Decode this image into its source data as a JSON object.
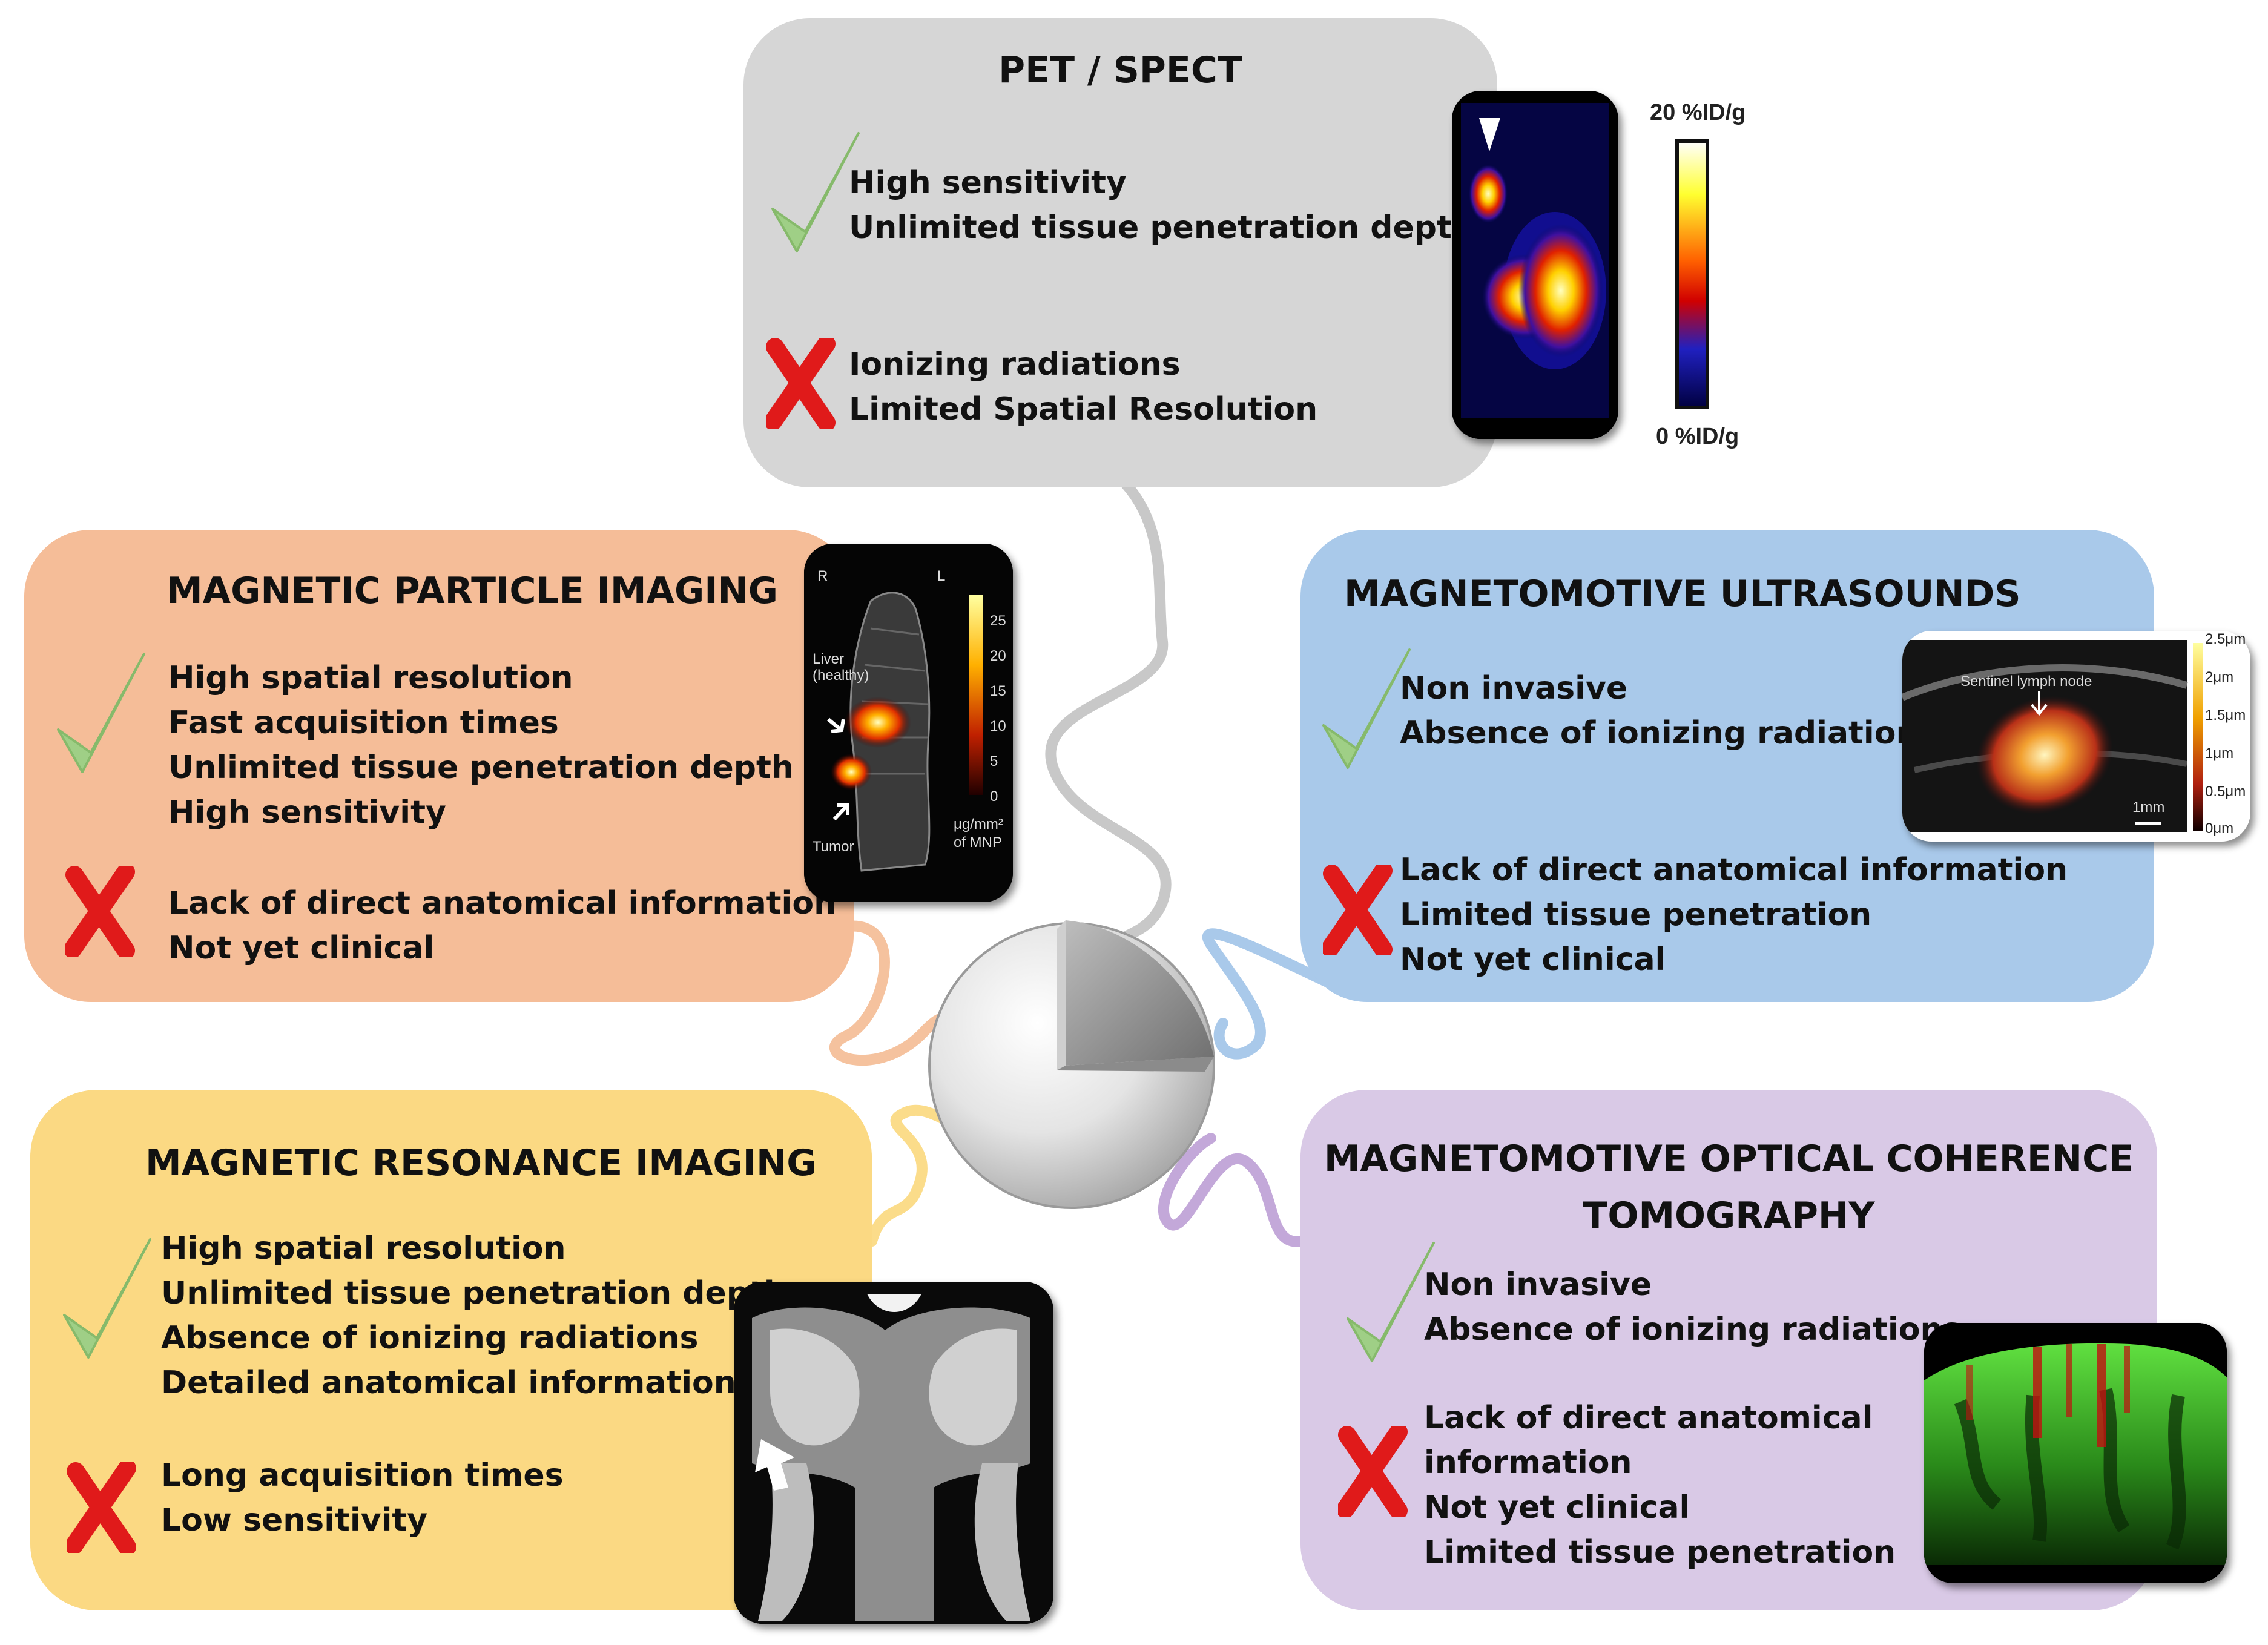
{
  "pet": {
    "title": "PET / SPECT",
    "pros": [
      "High sensitivity",
      "Unlimited tissue penetration depth"
    ],
    "cons": [
      "Ionizing radiations",
      "Limited Spatial Resolution"
    ],
    "scale_max": "20 %ID/g",
    "scale_min": "0 %ID/g",
    "color": "#d6d6d6"
  },
  "mpi": {
    "title": "MAGNETIC PARTICLE IMAGING",
    "pros": [
      "High spatial resolution",
      "Fast acquisition times",
      "Unlimited tissue penetration depth",
      "High sensitivity"
    ],
    "cons": [
      "Lack of direct anatomical information",
      "Not yet clinical"
    ],
    "image_labels": {
      "r": "R",
      "l": "L",
      "liver": "Liver",
      "healthy": "(healthy)",
      "tumor": "Tumor",
      "unit1": "μg/mm²",
      "unit2": "of MNP"
    },
    "scale_ticks": [
      "25",
      "20",
      "15",
      "10",
      "5",
      "0"
    ],
    "color": "#f5bd98"
  },
  "mus": {
    "title": "MAGNETOMOTIVE ULTRASOUNDS",
    "pros": [
      "Non invasive",
      "Absence of ionizing radiations"
    ],
    "cons": [
      "Lack of direct anatomical information",
      "Limited tissue penetration",
      "Not yet clinical"
    ],
    "image_labels": {
      "node": "Sentinel lymph node",
      "scalebar": "1mm"
    },
    "scale_ticks": [
      "2.5μm",
      "2μm",
      "1.5μm",
      "1μm",
      "0.5μm",
      "0μm"
    ],
    "color": "#a9c9ea"
  },
  "mri": {
    "title": "MAGNETIC RESONANCE IMAGING",
    "pros": [
      "High spatial resolution",
      "Unlimited tissue penetration depth",
      "Absence of ionizing radiations",
      "Detailed anatomical information"
    ],
    "cons": [
      "Long acquisition times",
      "Low sensitivity"
    ],
    "color": "#fbd983"
  },
  "moct": {
    "title_line1": "MAGNETOMOTIVE OPTICAL COHERENCE",
    "title_line2": "TOMOGRAPHY",
    "pros": [
      "Non invasive",
      "Absence of ionizing radiations"
    ],
    "cons": [
      "Lack of direct anatomical",
      "information",
      "Not yet clinical",
      "Limited tissue penetration"
    ],
    "color": "#d9c9e6"
  }
}
